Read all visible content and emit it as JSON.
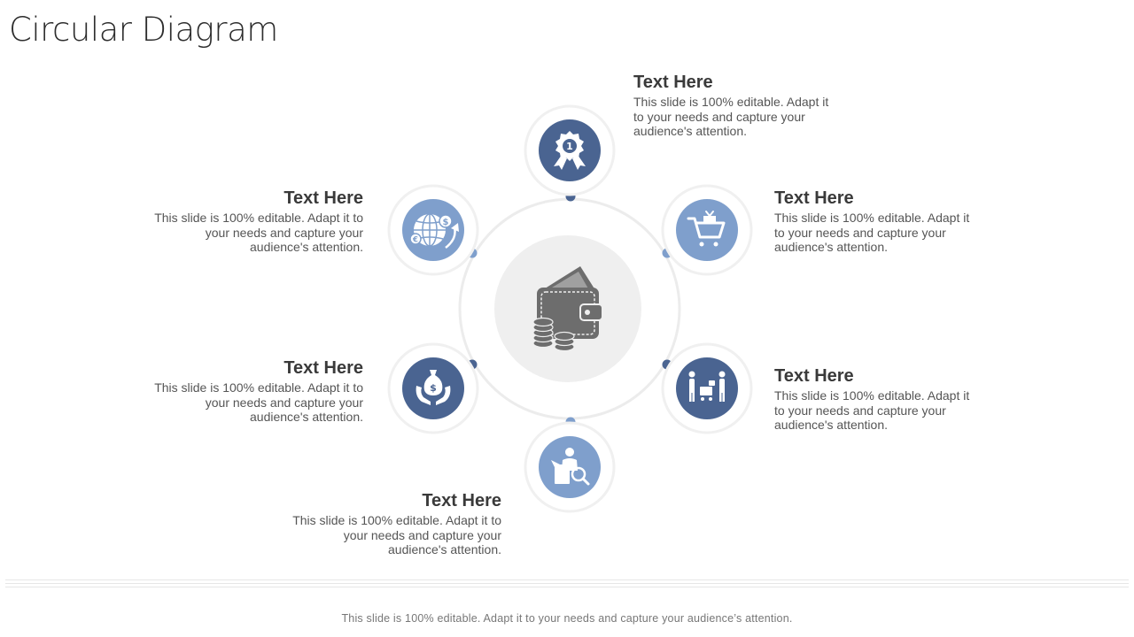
{
  "title": "Circular Diagram",
  "center": {
    "icon": "wallet-with-coins-icon"
  },
  "items": [
    {
      "id": "top",
      "icon": "award-ribbon-icon",
      "heading": "Text Here",
      "text": "This slide is 100% editable. Adapt it to your needs and capture your audience's attention.",
      "color": "#4a6491"
    },
    {
      "id": "upper-right",
      "icon": "shopping-cart-icon",
      "heading": "Text Here",
      "text": "This slide is 100% editable. Adapt it to your needs and capture your audience's attention.",
      "color": "#7f9fcc"
    },
    {
      "id": "lower-right",
      "icon": "shopping-family-icon",
      "heading": "Text Here",
      "text": "This slide is 100% editable. Adapt it to your needs and capture your audience's attention.",
      "color": "#4a6491"
    },
    {
      "id": "bottom",
      "icon": "box-inspection-icon",
      "heading": "Text Here",
      "text": "This slide is 100% editable. Adapt it to your needs and capture your audience's attention.",
      "color": "#7f9fcc"
    },
    {
      "id": "lower-left",
      "icon": "money-bag-hands-icon",
      "heading": "Text Here",
      "text": "This slide is 100% editable. Adapt it to your needs and capture your audience's attention.",
      "color": "#4a6491"
    },
    {
      "id": "upper-left",
      "icon": "globe-currency-icon",
      "heading": "Text Here",
      "text": "This slide is 100% editable. Adapt it to your needs and capture your audience's attention.",
      "color": "#7f9fcc"
    }
  ],
  "footer": "This slide is 100% editable. Adapt it to your needs and capture your audience’s attention."
}
